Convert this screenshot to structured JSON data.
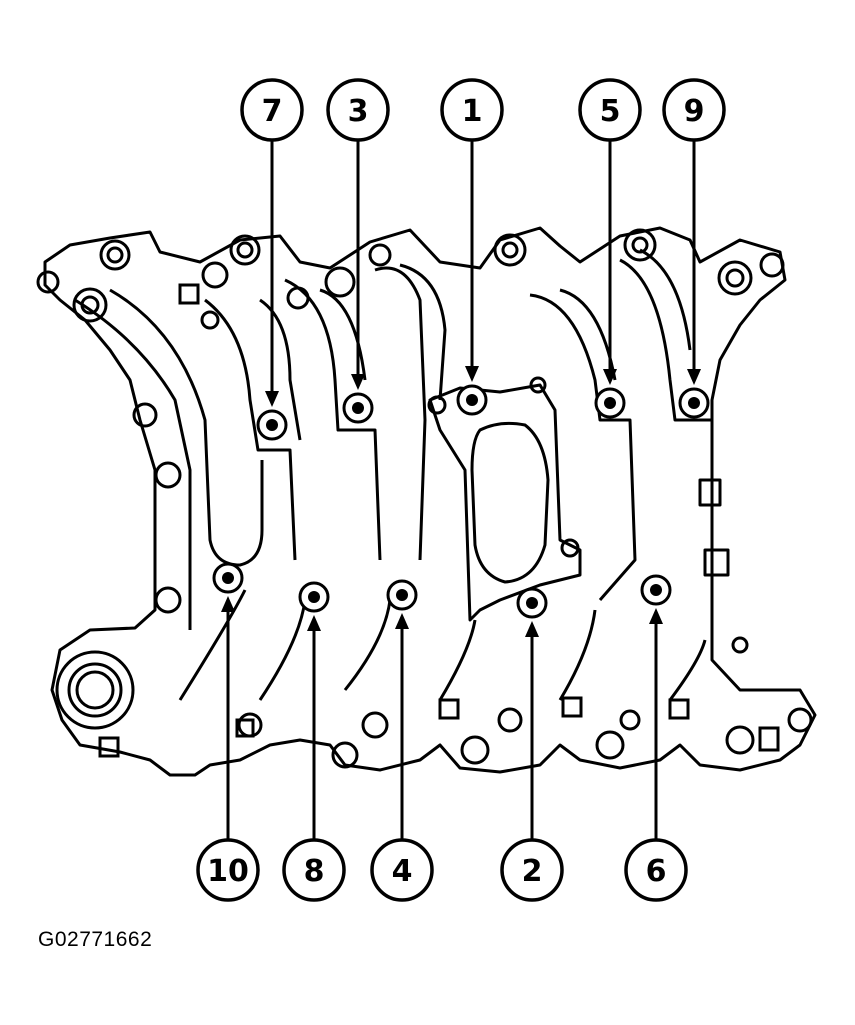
{
  "figure": {
    "id_label": "G02771662"
  },
  "callouts": [
    {
      "number": "1",
      "row": "top"
    },
    {
      "number": "2",
      "row": "bottom"
    },
    {
      "number": "3",
      "row": "top"
    },
    {
      "number": "4",
      "row": "bottom"
    },
    {
      "number": "5",
      "row": "top"
    },
    {
      "number": "6",
      "row": "bottom"
    },
    {
      "number": "7",
      "row": "top"
    },
    {
      "number": "8",
      "row": "bottom"
    },
    {
      "number": "9",
      "row": "top"
    },
    {
      "number": "10",
      "row": "bottom"
    }
  ],
  "colors": {
    "line": "#000000",
    "background": "#ffffff"
  }
}
